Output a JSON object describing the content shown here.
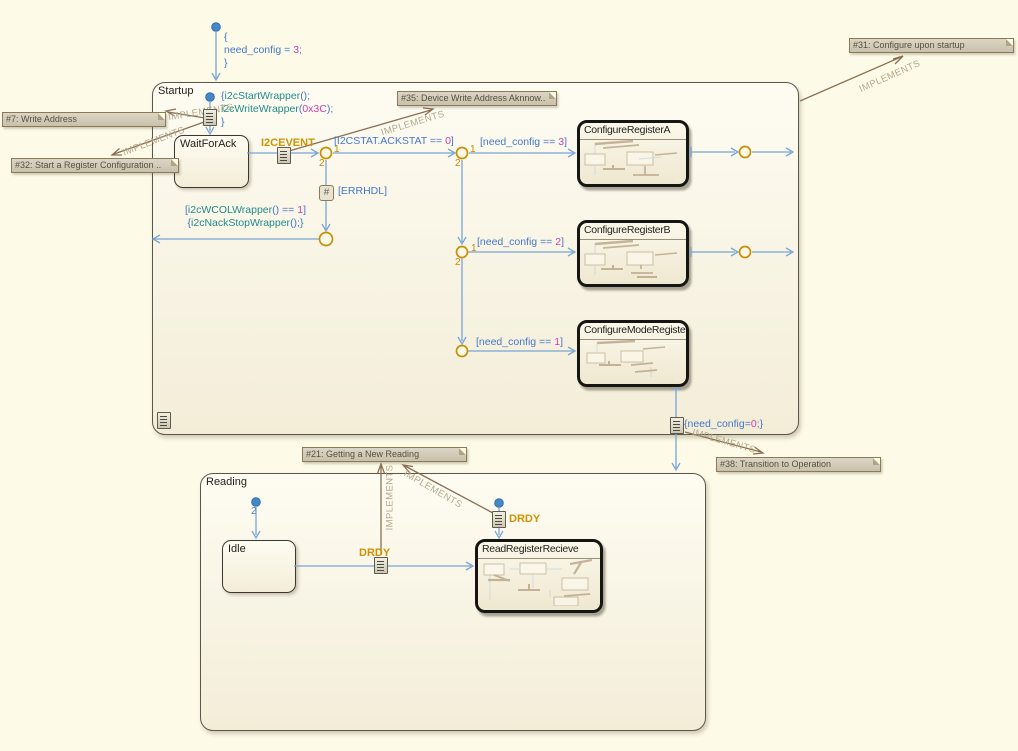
{
  "chart": {
    "states": {
      "startup": "Startup",
      "waitForAck": "WaitForAck",
      "configureRegisterA": "ConfigureRegisterA",
      "configureRegisterB": "ConfigureRegisterB",
      "configureModeRegister": "ConfigureModeRegister",
      "reading": "Reading",
      "idle": "Idle",
      "readRegisterRecieve": "ReadRegisterRecieve"
    },
    "events": {
      "i2cevent": "I2CEVENT",
      "drdy": "DRDY"
    },
    "orders": {
      "one": "1",
      "two": "2"
    },
    "hashJunction": "#",
    "labels": {
      "chartInit": {
        "open": "{",
        "var": "need_config = ",
        "val": "3",
        "semi": ";",
        "close": "}"
      },
      "startupInit": {
        "open": "{",
        "fn1": "i2cStartWrapper",
        "fn1End": "();",
        "fn2": "i2cWriteWrapper",
        "paren": "(",
        "arg": "0x3C",
        "fn2End": ");",
        "close": "}"
      },
      "ackstat": {
        "pre": "[I2CSTAT.ACKSTAT == ",
        "val": "0",
        "post": "]"
      },
      "errhdl": "[ERRHDL]",
      "wcol": {
        "b1": "[",
        "fn": "i2cWCOLWrapper",
        "mid": "() == ",
        "val": "1",
        "b2": "]"
      },
      "nackstop": {
        "open": "{",
        "fn": "i2cNackStopWrapper",
        "end": "();}"
      },
      "needConfig3": {
        "pre": "[need_config == ",
        "val": "3",
        "post": "]"
      },
      "needConfig2": {
        "pre": "[need_config == ",
        "val": "2",
        "post": "]"
      },
      "needConfig1": {
        "pre": "[need_config == ",
        "val": "1",
        "post": "]"
      },
      "needConfig0": {
        "pre": "{need_config=",
        "val": "0",
        "post": ";}"
      }
    }
  },
  "requirements": {
    "implementsLabel": "IMPLEMENTS",
    "r7": "#7: Write Address",
    "r21": "#21: Getting a New Reading",
    "r31": "#31: Configure upon startup",
    "r32": "#32: Start a Register Configuration ..",
    "r35": "#35: Device Write Address Aknnow..",
    "r38": "#38: Transition to Operation"
  },
  "colors": {
    "background": "#fdfbe8",
    "transition": "#79a5d6",
    "junction": "#c79009",
    "event": "#cf9200",
    "condition": "#4577c9",
    "literal": "#cc3fae",
    "function": "#218a8a",
    "requirementArrow": "#8b6f52",
    "implementsText": "#b3a88c"
  }
}
